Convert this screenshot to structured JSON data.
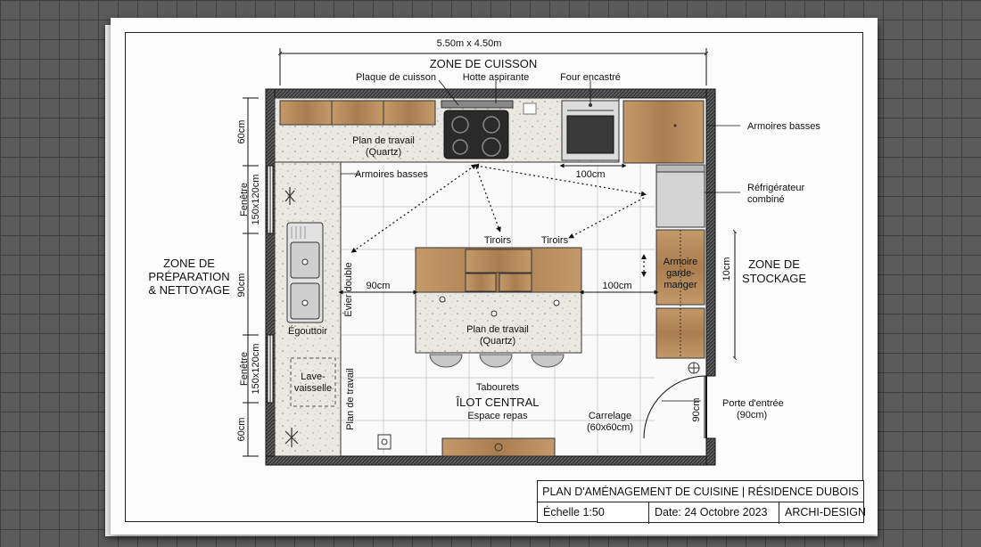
{
  "overall_dimension": "5.50m x 4.50m",
  "zones": {
    "cooking": "ZONE DE CUISSON",
    "prep_line1": "ZONE DE",
    "prep_line2": "PRÉPARATION",
    "prep_line3": "& NETTOYAGE",
    "storage_line1": "ZONE DE",
    "storage_line2": "STOCKAGE",
    "island": "ÎLOT CENTRAL",
    "island_sub": "Espace repas"
  },
  "labels": {
    "cooktop": "Plaque de cuisson",
    "hood": "Hotte aspirante",
    "oven": "Four encastré",
    "base_cabinets_right": "Armoires basses",
    "base_cabinets_inner": "Armoires basses",
    "countertop_top_1": "Plan de travail",
    "countertop_top_2": "(Quartz)",
    "fridge_1": "Réfrigérateur",
    "fridge_2": "combiné",
    "pantry_1": "Armoire",
    "pantry_2": "garde-",
    "pantry_3": "manger",
    "drawers_left": "Tiroirs",
    "drawers_right": "Tiroirs",
    "double_sink": "Évier double",
    "drainer": "Égouttoir",
    "dishwasher_1": "Lave-",
    "dishwasher_2": "vaisselle",
    "countertop_left": "Plan de travail",
    "island_top_1": "Plan de travail",
    "island_top_2": "(Quartz)",
    "stools": "Tabourets",
    "tiles_1": "Carrelage",
    "tiles_2": "(60x60cm)",
    "door_1": "Porte d'entrée",
    "door_2": "(90cm)",
    "window_top": "Fenêtre",
    "window_top_size": "150x120cm",
    "window_bottom": "Fenêtre",
    "window_bottom_size": "150x120cm"
  },
  "dimensions": {
    "left_top": "60cm",
    "left_middle": "90cm",
    "left_bottom": "60cm",
    "right": "10cm",
    "door": "90cm",
    "clear_top": "100cm",
    "clear_left": "90cm",
    "clear_right": "100cm"
  },
  "title_block": {
    "title": "PLAN D'AMÉNAGEMENT DE CUISINE | RÉSIDENCE DUBOIS",
    "scale": "Échelle 1:50",
    "date": "Date: 24 Octobre 2023",
    "firm": "ARCHI-DESIGN"
  },
  "colors": {
    "wood": "#b58a5c",
    "quartz": "#e9e6e0",
    "wall": "#2a2a2a",
    "tile_line": "#cfcfcf"
  }
}
